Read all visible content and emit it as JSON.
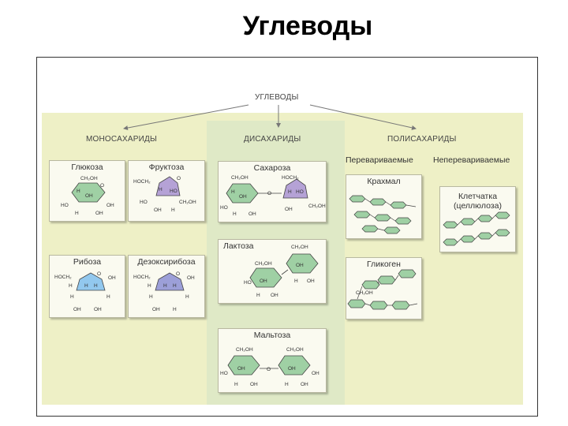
{
  "slide": {
    "title": "Углеводы"
  },
  "diagram": {
    "root": "УГЛЕВОДЫ",
    "categories": {
      "mono": "МОНОСАХАРИДЫ",
      "di": "ДИСАХАРИДЫ",
      "poly": "ПОЛИСАХАРИДЫ"
    },
    "poly_sub": {
      "digestible": "Перевариваемые",
      "indigestible": "Неперевариваемые"
    },
    "mono": {
      "glucose": "Глюкоза",
      "fructose": "Фруктоза",
      "ribose": "Рибоза",
      "deoxyribose": "Дезоксирибоза"
    },
    "di": {
      "sucrose": "Сахароза",
      "lactose": "Лактоза",
      "maltose": "Мальтоза"
    },
    "poly": {
      "starch": "Крахмал",
      "glycogen": "Гликоген",
      "cellulose_line1": "Клетчатка",
      "cellulose_line2": "(целлюлоза)"
    },
    "chem": {
      "ch2oh": "CH₂OH",
      "hoch2": "HOCH₂",
      "h": "H",
      "oh": "OH",
      "ho": "HO",
      "o": "O"
    },
    "colors": {
      "ring_green": "#9fd0a4",
      "ring_purple": "#b5a2d6",
      "ring_blue": "#92c8ee",
      "ring_indigo": "#9c9fd8"
    }
  }
}
